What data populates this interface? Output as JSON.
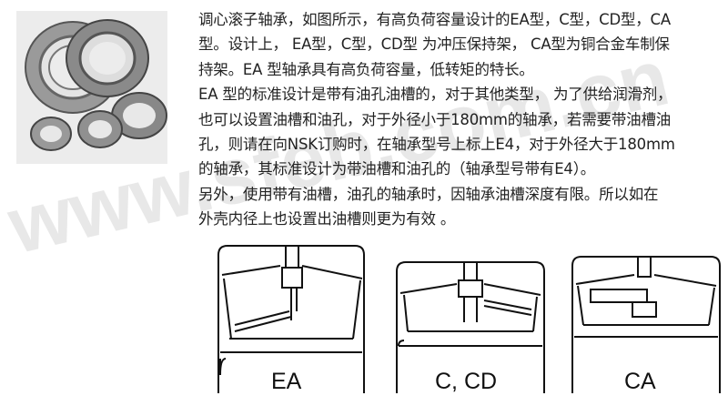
{
  "article": {
    "lines": [
      "调心滚子轴承，如图所示，有高负荷容量设计的EA型，C型，CD型，CA",
      "型。设计上， EA型，C型，CD型 为冲压保持架， CA型为铜合金车制保",
      "持架。EA 型轴承具有高负荷容量，低转矩的特长。",
      "EA 型的标准设计是带有油孔油槽的，对于其他类型， 为了供给润滑剂，",
      "也可以设置油槽和油孔，对于外径小于180mm的轴承，若需要带油槽油",
      "孔，则请在向NSK订购时，在轴承型号上标上E4，对于外径大于180mm",
      "的轴承，其标准设计为带油槽和油孔的（轴承型号带有E4）。",
      "另外，使用带有油槽，油孔的轴承时，因轴承油槽深度有限。所以如在",
      "外壳内径上也设置出油槽则更为有效 。"
    ]
  },
  "diagrams": [
    {
      "label": "EA"
    },
    {
      "label": "C, CD"
    },
    {
      "label": "CA"
    }
  ],
  "watermark": "www.sfeb.com.cn"
}
